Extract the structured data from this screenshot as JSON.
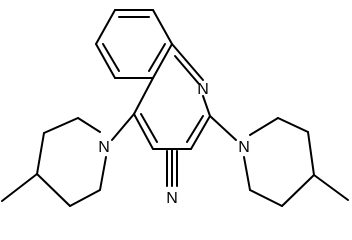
{
  "molecule": {
    "atoms": {
      "n_quinoline": "N",
      "n_piperidine_left": "N",
      "n_piperidine_right": "N",
      "n_nitrile": "N"
    },
    "colors": {
      "bond": "#000000",
      "background": "#ffffff"
    }
  }
}
